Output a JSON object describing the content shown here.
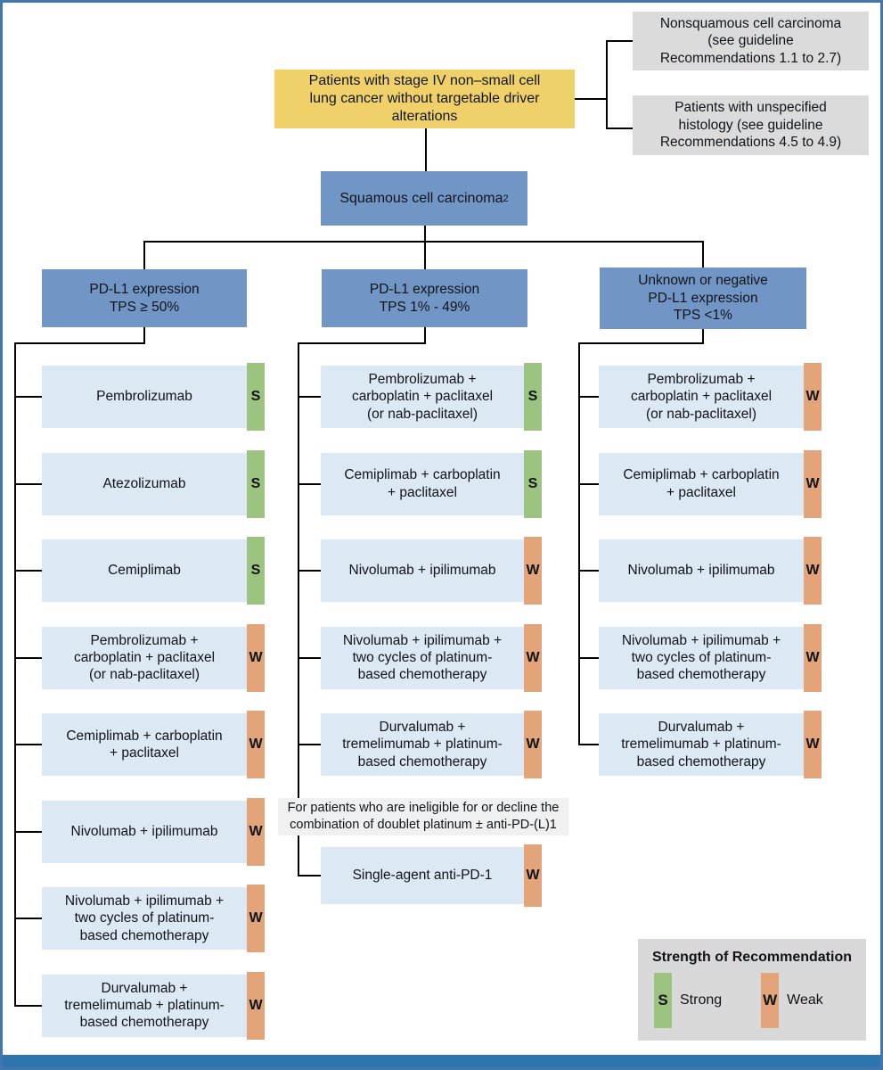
{
  "root": {
    "label": "Patients with stage IV non–small cell\nlung cancer without targetable driver\nalterations"
  },
  "referrals": [
    {
      "label": "Nonsquamous cell carcinoma\n(see guideline\nRecommendations 1.1 to 2.7)"
    },
    {
      "label": "Patients with unspecified\nhistology (see guideline\nRecommendations 4.5 to 4.9)"
    }
  ],
  "histology": {
    "label": "Squamous cell carcinoma",
    "sup": "2"
  },
  "columns": [
    {
      "id": "tps-ge-50",
      "header": {
        "text": "PD-L1 expression\nTPS ≥ 50%"
      },
      "treatments": [
        {
          "label": "Pembrolizumab",
          "strength": "S"
        },
        {
          "label": "Atezolizumab",
          "strength": "S"
        },
        {
          "label": "Cemiplimab",
          "strength": "S"
        },
        {
          "label": "Pembrolizumab +\ncarboplatin + paclitaxel\n(or nab-paclitaxel)",
          "strength": "W"
        },
        {
          "label": "Cemiplimab + carboplatin\n+ paclitaxel",
          "strength": "W"
        },
        {
          "label": "Nivolumab + ipilimumab",
          "strength": "W"
        },
        {
          "label": "Nivolumab + ipilimumab +\ntwo cycles of platinum-\nbased chemotherapy",
          "strength": "W"
        },
        {
          "label": "Durvalumab +\ntremelimumab + platinum-\nbased chemotherapy",
          "strength": "W"
        }
      ]
    },
    {
      "id": "tps-1-49",
      "header": {
        "text": "PD-L1 expression\nTPS 1% - 49%"
      },
      "treatments": [
        {
          "label": "Pembrolizumab +\ncarboplatin + paclitaxel\n(or nab-paclitaxel)",
          "strength": "S"
        },
        {
          "label": "Cemiplimab + carboplatin\n+ paclitaxel",
          "strength": "S"
        },
        {
          "label": "Nivolumab + ipilimumab",
          "strength": "W"
        },
        {
          "label": "Nivolumab + ipilimumab +\ntwo cycles of platinum-\nbased chemotherapy",
          "strength": "W"
        },
        {
          "label": "Durvalumab +\ntremelimumab + platinum-\nbased chemotherapy",
          "strength": "W"
        }
      ],
      "note": "For patients who are ineligible for or decline the\ncombination of doublet platinum ± anti-PD-(L)1",
      "extra": {
        "label": "Single-agent anti-PD-1",
        "strength": "W"
      }
    },
    {
      "id": "tps-unknown-negative",
      "header": {
        "text": "Unknown or negative\nPD-L1 expression\nTPS <1%"
      },
      "treatments": [
        {
          "label": "Pembrolizumab +\ncarboplatin + paclitaxel\n(or nab-paclitaxel)",
          "strength": "W"
        },
        {
          "label": "Cemiplimab + carboplatin\n+ paclitaxel",
          "strength": "W"
        },
        {
          "label": "Nivolumab + ipilimumab",
          "strength": "W"
        },
        {
          "label": "Nivolumab + ipilimumab +\ntwo cycles of platinum-\nbased chemotherapy",
          "strength": "W"
        },
        {
          "label": "Durvalumab +\ntremelimumab + platinum-\nbased chemotherapy",
          "strength": "W"
        }
      ]
    }
  ],
  "legend": {
    "title": "Strength of Recommendation",
    "items": [
      {
        "code": "S",
        "label": "Strong"
      },
      {
        "code": "W",
        "label": "Weak"
      }
    ]
  },
  "colors": {
    "root_fill": "#F0D169",
    "referral_fill": "#DBDBDB",
    "category_fill": "#7195C5",
    "treatment_fill": "#DCE8F4",
    "strong_fill": "#9CC380",
    "weak_fill": "#E2A478",
    "frame": "#4177AC",
    "bottom_bar": "#2E74AD"
  }
}
